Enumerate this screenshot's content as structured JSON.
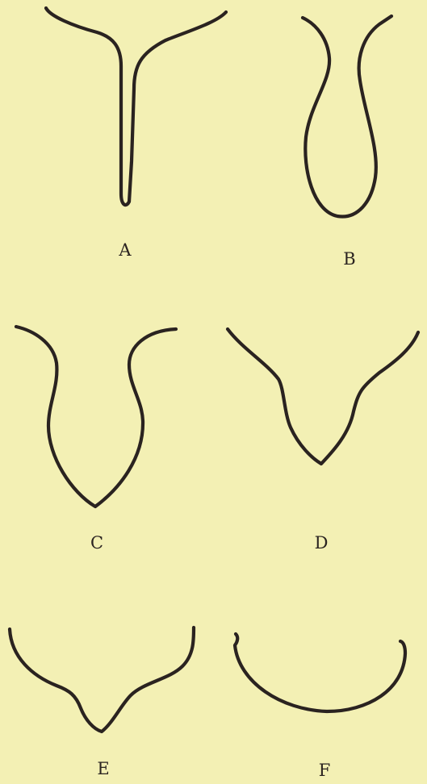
{
  "colors": {
    "background": "#f3f0b4",
    "ink": "#2a2320"
  },
  "figures": [
    {
      "id": "a",
      "label": "A",
      "shape": "deep narrow T-shaped groove"
    },
    {
      "id": "b",
      "label": "B",
      "shape": "closed bulb with narrow neck"
    },
    {
      "id": "c",
      "label": "C",
      "shape": "U-shaped pouch with pointed base"
    },
    {
      "id": "d",
      "label": "D",
      "shape": "shallow V-shaped fold"
    },
    {
      "id": "e",
      "label": "E",
      "shape": "wide shallow notch"
    },
    {
      "id": "f",
      "label": "F",
      "shape": "broad bowl"
    }
  ]
}
